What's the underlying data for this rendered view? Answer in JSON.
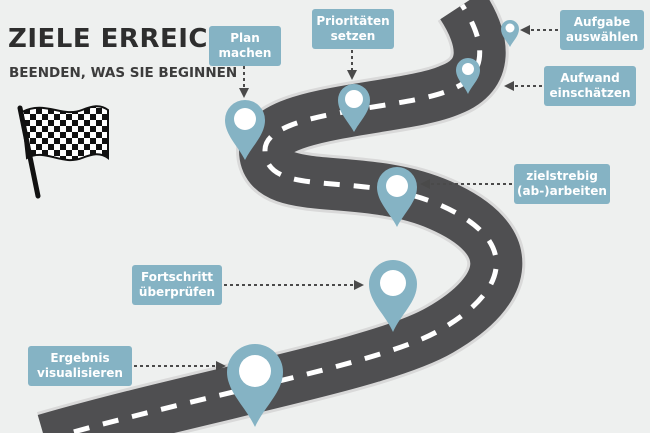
{
  "title": "ZIELE ERREICHEN",
  "subtitle": "BEENDEN, WAS SIE BEGINNEN",
  "steps": [
    {
      "line1": "Ergebnis",
      "line2": "visualisieren"
    },
    {
      "line1": "Fortschritt",
      "line2": "überprüfen"
    },
    {
      "line1": "zielstrebig",
      "line2": "(ab-)arbeiten"
    },
    {
      "line1": "Plan",
      "line2": "machen"
    },
    {
      "line1": "Prioritäten",
      "line2": "setzen"
    },
    {
      "line1": "Aufwand",
      "line2": "einschätzen"
    },
    {
      "line1": "Aufgabe",
      "line2": "auswählen"
    }
  ],
  "colors": {
    "background": "#eef0ef",
    "road": "#4f4f51",
    "road_edge": "#d9d9d9",
    "marker": "#85b3c4",
    "label_bg": "#85b3c4",
    "text": "#2e2e2e"
  },
  "icons": {
    "flag": "checkered-flag-icon",
    "marker": "map-pin-icon"
  }
}
